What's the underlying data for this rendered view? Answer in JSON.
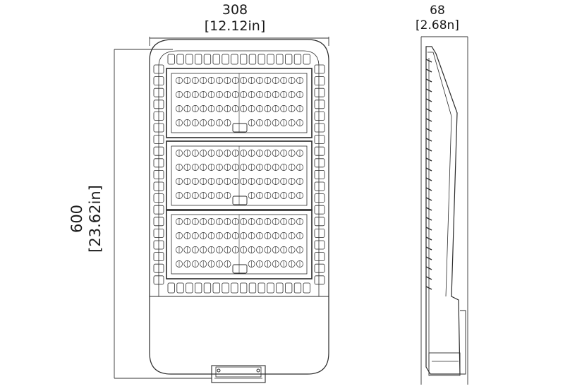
{
  "front_view": {
    "width_mm": "308",
    "width_in": "[12.12in]",
    "height_mm": "600",
    "height_in": "[23.62in]"
  },
  "side_view": {
    "depth_mm": "68",
    "depth_in": "[2.68n]"
  },
  "led_modules": {
    "count": 3,
    "leds_per_row": 16,
    "rows_per_module": 4
  }
}
